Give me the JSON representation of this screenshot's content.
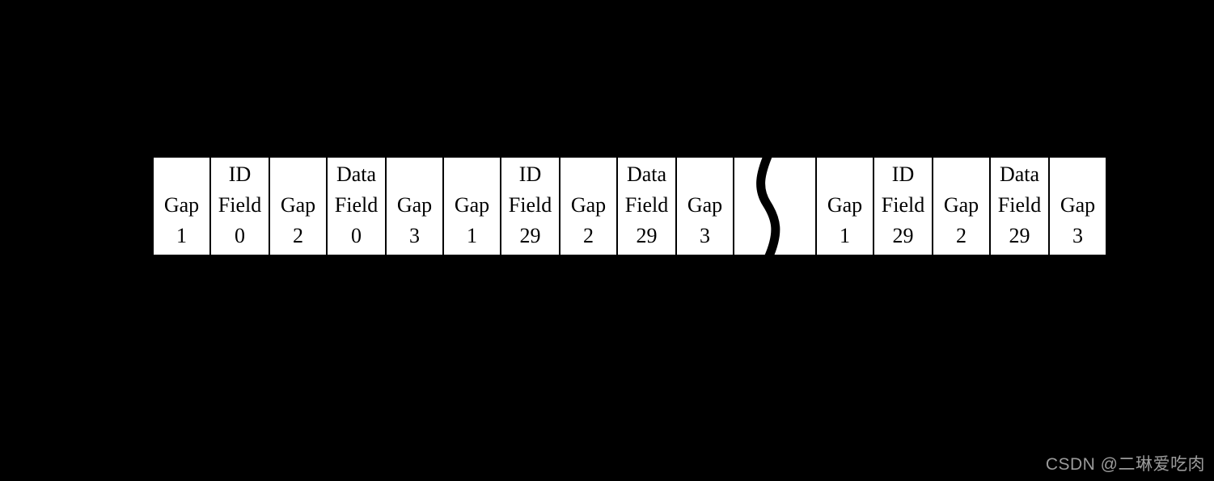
{
  "diagram": {
    "title": "disk-track-format",
    "cells": [
      {
        "kind": "gap",
        "lines": [
          "",
          "Gap",
          "1"
        ]
      },
      {
        "kind": "field",
        "lines": [
          "ID",
          "Field",
          "0"
        ]
      },
      {
        "kind": "gap",
        "lines": [
          "",
          "Gap",
          "2"
        ]
      },
      {
        "kind": "field",
        "lines": [
          "Data",
          "Field",
          "0"
        ]
      },
      {
        "kind": "gap",
        "lines": [
          "",
          "Gap",
          "3"
        ]
      },
      {
        "kind": "gap",
        "lines": [
          "",
          "Gap",
          "1"
        ]
      },
      {
        "kind": "field",
        "lines": [
          "ID",
          "Field",
          "29"
        ]
      },
      {
        "kind": "gap",
        "lines": [
          "",
          "Gap",
          "2"
        ]
      },
      {
        "kind": "field",
        "lines": [
          "Data",
          "Field",
          "29"
        ]
      },
      {
        "kind": "gap",
        "lines": [
          "",
          "Gap",
          "3"
        ]
      },
      {
        "kind": "break",
        "lines": [
          "",
          "",
          ""
        ]
      },
      {
        "kind": "gap",
        "lines": [
          "",
          "Gap",
          "1"
        ]
      },
      {
        "kind": "field",
        "lines": [
          "ID",
          "Field",
          "29"
        ]
      },
      {
        "kind": "gap",
        "lines": [
          "",
          "Gap",
          "2"
        ]
      },
      {
        "kind": "field",
        "lines": [
          "Data",
          "Field",
          "29"
        ]
      },
      {
        "kind": "gap",
        "lines": [
          "",
          "Gap",
          "3"
        ]
      }
    ],
    "colors": {
      "background": "#000000",
      "cell_background": "#ffffff",
      "divider": "#000000",
      "text": "#000000"
    }
  },
  "watermark": {
    "text": "CSDN @二琳爱吃肉",
    "color": "#9b9b9b"
  }
}
